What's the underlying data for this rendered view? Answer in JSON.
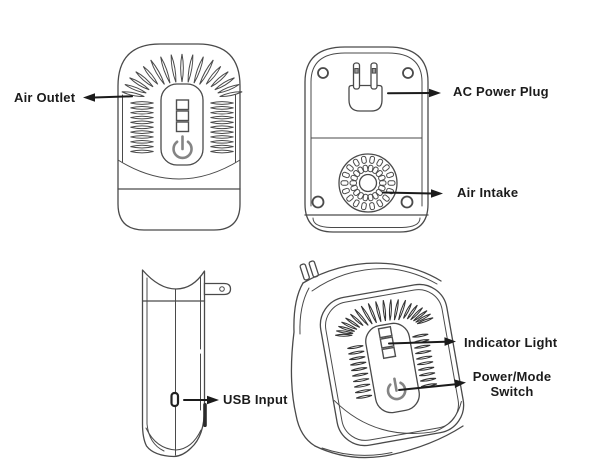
{
  "figure": {
    "kind": "product parts diagram",
    "views": {
      "front": "front view",
      "back": "back view",
      "side": "side view",
      "perspective": "three-quarter view"
    }
  },
  "callouts": {
    "air_outlet": {
      "label": "Air Outlet",
      "arrow_direction": "left"
    },
    "ac_power_plug": {
      "label": "AC Power Plug",
      "arrow_direction": "right"
    },
    "air_intake": {
      "label": "Air Intake",
      "arrow_direction": "right"
    },
    "usb_input": {
      "label": "USB Input",
      "arrow_direction": "right"
    },
    "indicator_light": {
      "label": "Indicator Light",
      "arrow_direction": "right"
    },
    "power_mode_switch": {
      "label_line1": "Power/Mode",
      "label_line2": "Switch",
      "arrow_direction": "right"
    }
  },
  "icons": {
    "power_symbol": "⏻",
    "indicator_lights": "three stacked rectangles",
    "fan_intake": "radial slotted circle"
  },
  "colors": {
    "bg": "#ffffff",
    "line": "#4a4a4a",
    "ink": "#1b1b1b",
    "power": "#848484"
  }
}
